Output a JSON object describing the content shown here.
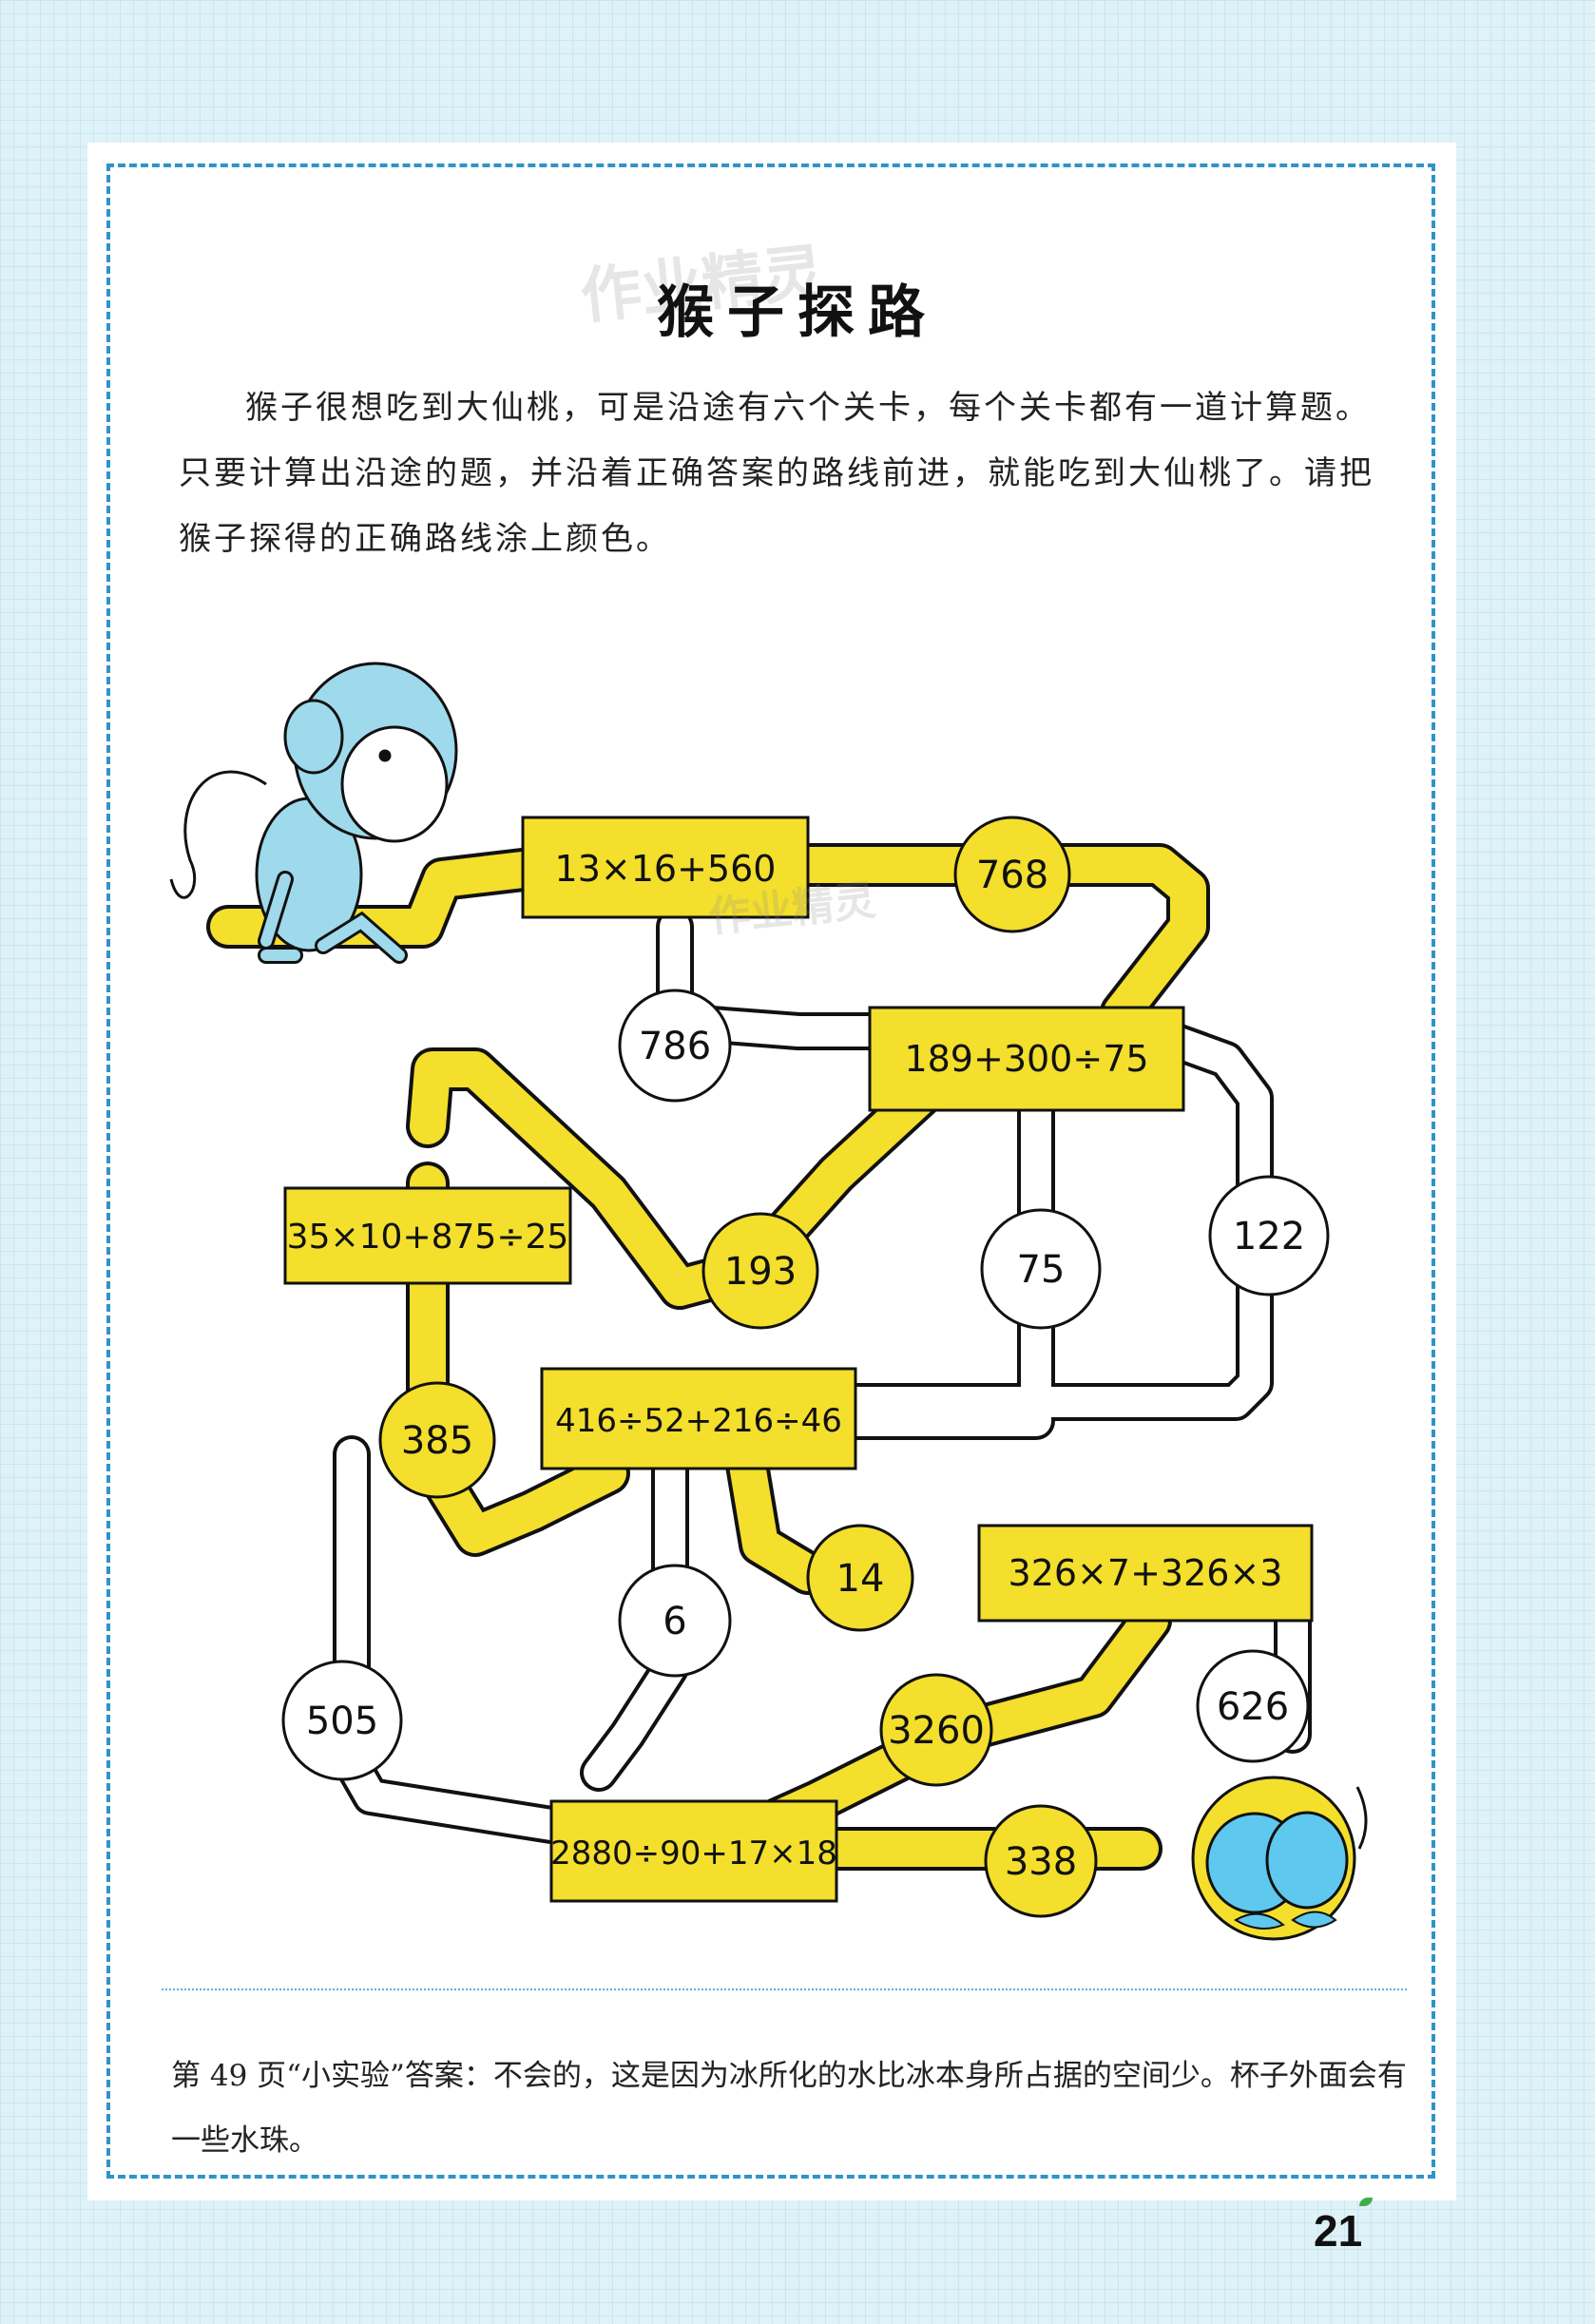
{
  "title": "猴子探路",
  "watermark": "作业精灵",
  "intro": "猴子很想吃到大仙桃，可是沿途有六个关卡，每个关卡都有一道计算题。只要计算出沿途的题，并沿着正确答案的路线前进，就能吃到大仙桃了。请把猴子探得的正确路线涂上颜色。",
  "maze": {
    "boxes": [
      "13×16+560",
      "189+300÷75",
      "35×10+875÷25",
      "416÷52+216÷46",
      "326×7+326×3",
      "2880÷90+17×18"
    ],
    "circles": [
      "768",
      "786",
      "193",
      "75",
      "122",
      "385",
      "6",
      "14",
      "505",
      "3260",
      "626",
      "338"
    ]
  },
  "answer": "第 49 页“小实验”答案：不会的，这是因为冰所化的水比冰本身所占据的空间少。杯子外面会有一些水珠。",
  "page_number": "21",
  "colors": {
    "path": "#f3df2c",
    "frame": "#2f94c8",
    "peach": "#5fc8ee",
    "monkey": "#9fd9ec"
  }
}
